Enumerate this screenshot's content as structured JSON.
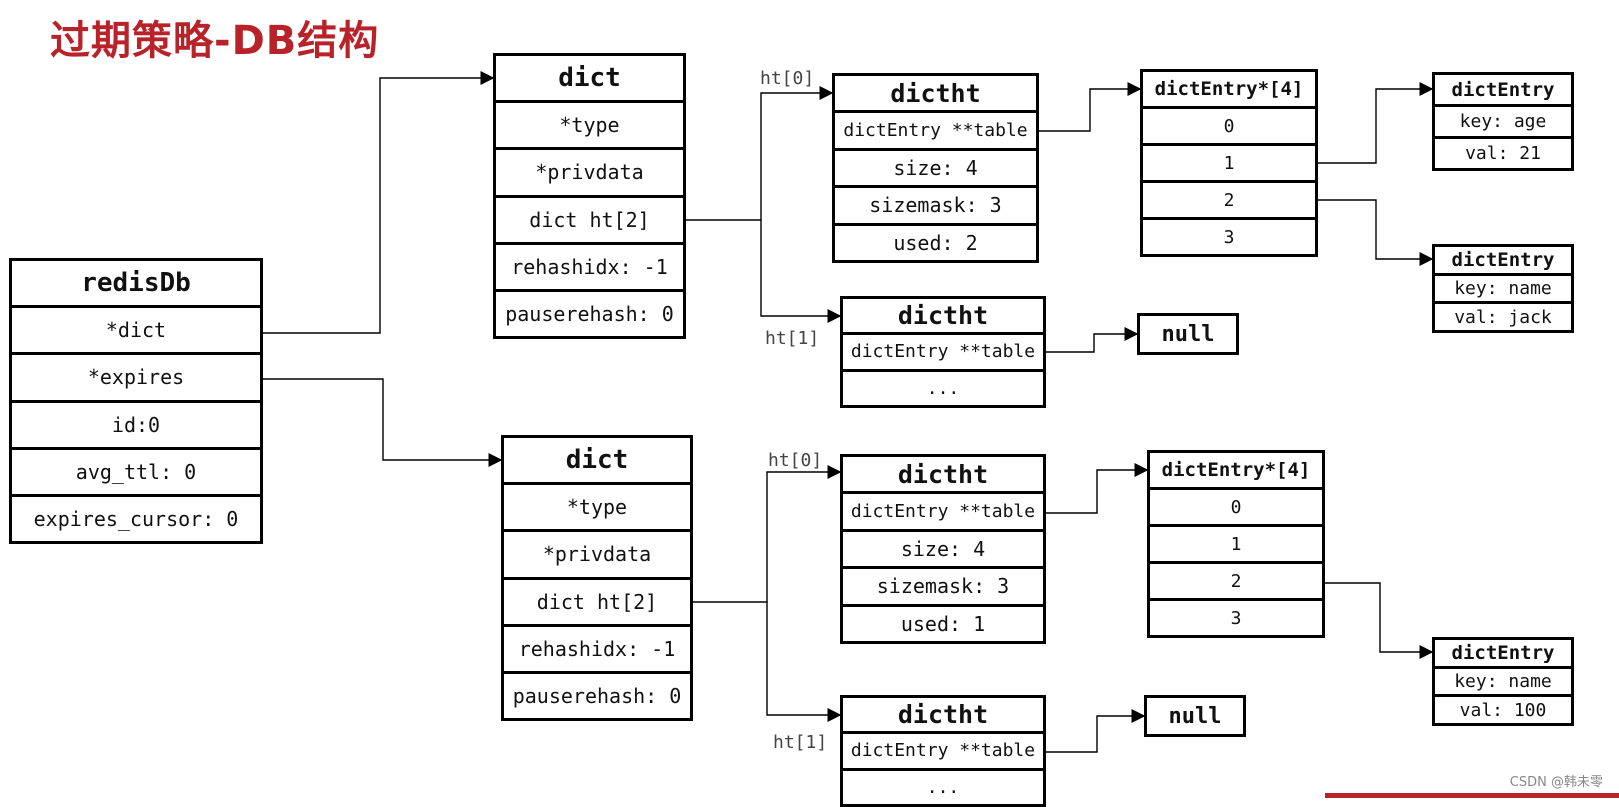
{
  "title": "过期策略-DB结构",
  "redisDb": {
    "header": "redisDb",
    "fields": [
      "*dict",
      "*expires",
      "id:0",
      "avg_ttl: 0",
      "expires_cursor: 0"
    ]
  },
  "dict_top": {
    "header": "dict",
    "fields": [
      "*type",
      "*privdata",
      "dict ht[2]",
      "rehashidx: -1",
      "pauserehash: 0"
    ]
  },
  "dict_bottom": {
    "header": "dict",
    "fields": [
      "*type",
      "*privdata",
      "dict ht[2]",
      "rehashidx: -1",
      "pauserehash: 0"
    ]
  },
  "labels": {
    "ht0": "ht[0]",
    "ht1": "ht[1]"
  },
  "dictht_top0": {
    "header": "dictht",
    "fields": [
      "dictEntry **table",
      "size: 4",
      "sizemask: 3",
      "used: 2"
    ]
  },
  "dictht_top1": {
    "header": "dictht",
    "fields": [
      "dictEntry **table",
      "..."
    ]
  },
  "dictht_bot0": {
    "header": "dictht",
    "fields": [
      "dictEntry **table",
      "size: 4",
      "sizemask: 3",
      "used: 1"
    ]
  },
  "dictht_bot1": {
    "header": "dictht",
    "fields": [
      "dictEntry **table",
      "..."
    ]
  },
  "array_top": {
    "header": "dictEntry*[4]",
    "fields": [
      "0",
      "1",
      "2",
      "3"
    ]
  },
  "array_bot": {
    "header": "dictEntry*[4]",
    "fields": [
      "0",
      "1",
      "2",
      "3"
    ]
  },
  "entry_age": {
    "header": "dictEntry",
    "fields": [
      "key: age",
      "val: 21"
    ]
  },
  "entry_name_top": {
    "header": "dictEntry",
    "fields": [
      "key: name",
      "val: jack"
    ]
  },
  "entry_name_bot": {
    "header": "dictEntry",
    "fields": [
      "key: name",
      "val: 100"
    ]
  },
  "null_label": "null",
  "footer": "CSDN @韩未零",
  "colors": {
    "title": "#b8232a",
    "line": "#000000"
  }
}
